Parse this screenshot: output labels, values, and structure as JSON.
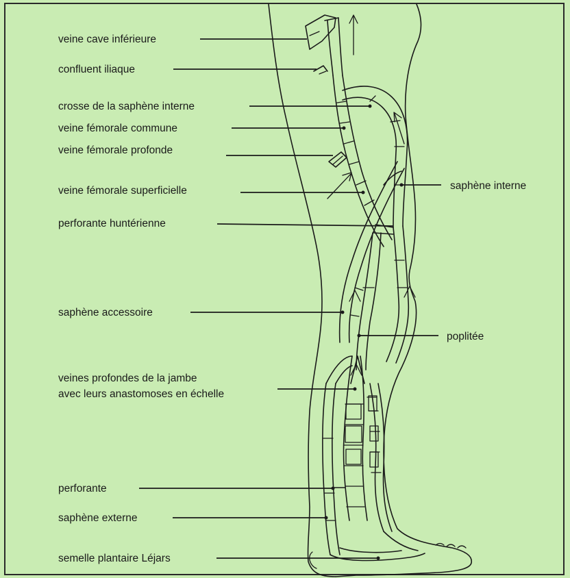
{
  "diagram": {
    "labels_left": [
      "veine cave inférieure",
      "confluent iliaque",
      "crosse de la saphène interne",
      "veine fémorale commune",
      "veine fémorale profonde",
      "veine fémorale superficielle",
      "perforante huntérienne",
      "saphène accessoire",
      "veines profondes de la jambe",
      "avec leurs anastomoses en échelle",
      "perforante",
      "saphène externe",
      "semelle plantaire Léjars"
    ],
    "labels_right": [
      "saphène interne",
      "poplitée"
    ]
  },
  "colors": {
    "background": "#c9ecb3",
    "ink": "#1a1a1a"
  }
}
